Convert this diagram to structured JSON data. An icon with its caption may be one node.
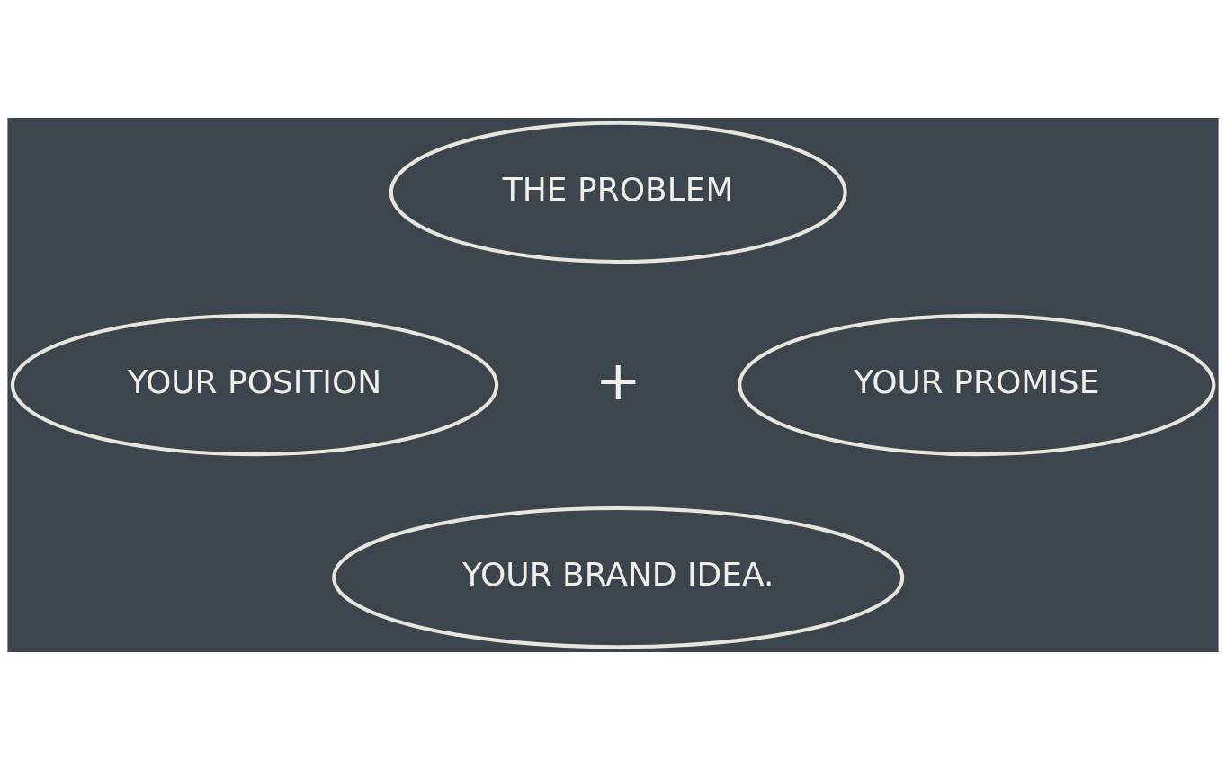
{
  "diagram": {
    "nodes": [
      {
        "text": [
          "THE PROBLEM"
        ]
      },
      {
        "text": [
          "YOUR POSITION"
        ]
      },
      {
        "text": [
          "YOUR PROMISE"
        ]
      },
      {
        "text": [
          "YOUR BRAND IDEA."
        ]
      }
    ],
    "edges": [],
    "labels": [
      "+"
    ]
  }
}
